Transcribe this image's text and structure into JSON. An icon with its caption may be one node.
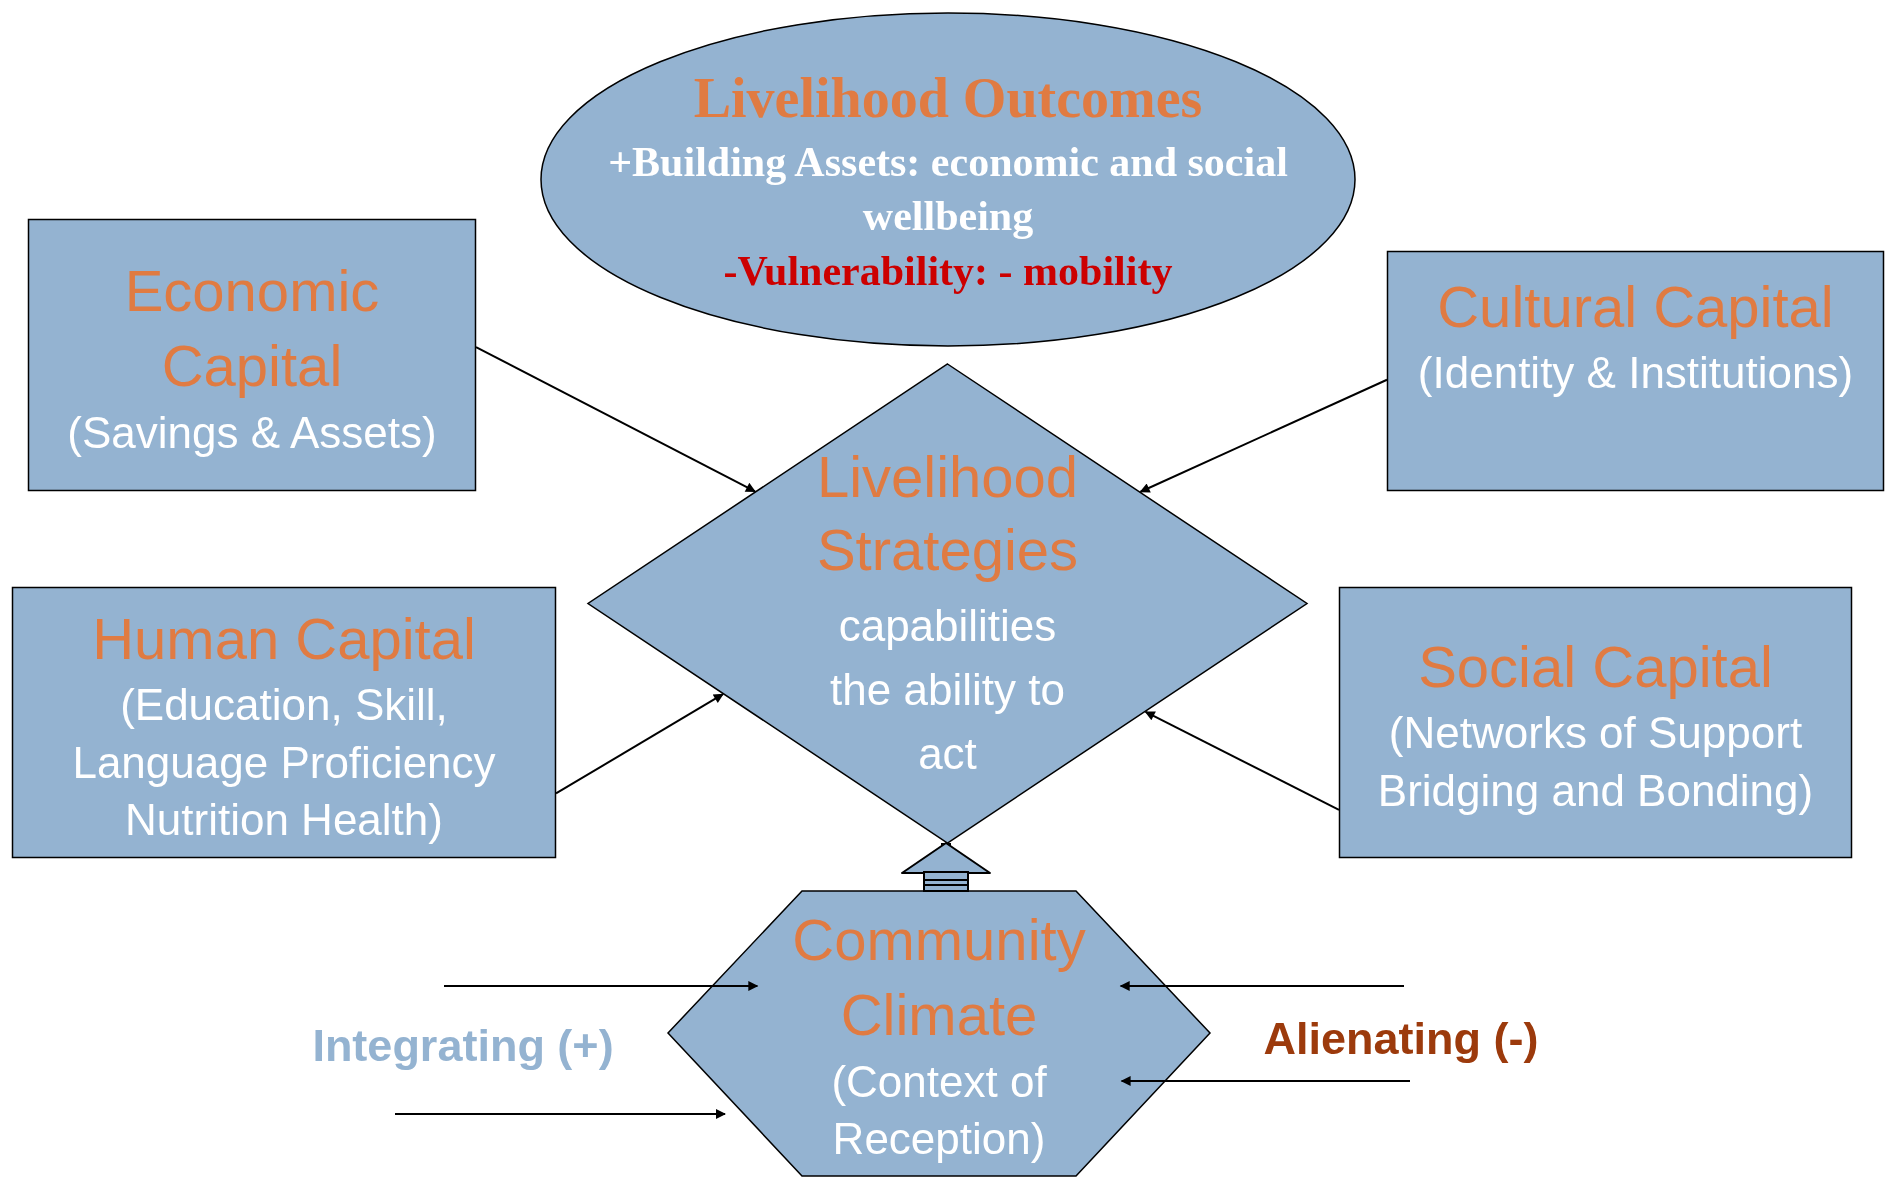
{
  "diagram": {
    "nodes": [
      {
        "text": [
          "Livelihood Outcomes",
          "+Building Assets: economic and social wellbeing",
          "-Vulnerability: - mobility"
        ]
      },
      {
        "text": [
          "Economic Capital",
          "(Savings & Assets)"
        ]
      },
      {
        "text": [
          "Cultural Capital",
          "(Identity & Institutions)"
        ]
      },
      {
        "text": [
          "Livelihood Strategies",
          "capabilities the ability to act"
        ]
      },
      {
        "text": [
          "Human Capital",
          "(Education, Skill, Language Proficiency Nutrition Health)"
        ]
      },
      {
        "text": [
          "Social Capital",
          "(Networks of Support Bridging and Bonding)"
        ]
      },
      {
        "text": [
          "Community Climate",
          "(Context of Reception)"
        ]
      }
    ],
    "edges": [
      {
        "from": 1,
        "to": 3,
        "arrow": "to"
      },
      {
        "from": 2,
        "to": 3,
        "arrow": "to"
      },
      {
        "from": 4,
        "to": 3,
        "arrow": "to"
      },
      {
        "from": 5,
        "to": 3,
        "arrow": "to"
      },
      {
        "from": 6,
        "to": 3,
        "arrow": "to",
        "style": "thick"
      },
      {
        "from": null,
        "to": 6,
        "arrow": "to"
      },
      {
        "from": null,
        "to": 6,
        "arrow": "to"
      },
      {
        "from": null,
        "to": 6,
        "arrow": "to"
      },
      {
        "from": null,
        "to": 6,
        "arrow": "to"
      }
    ],
    "labels": [
      "Integrating (+)",
      "Alienating (-)"
    ]
  }
}
